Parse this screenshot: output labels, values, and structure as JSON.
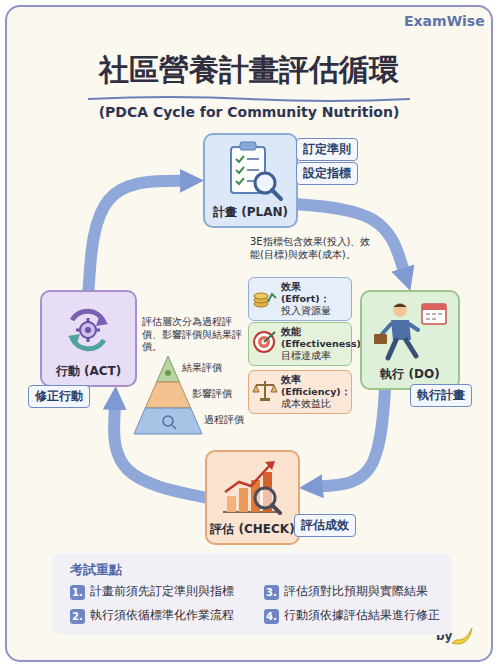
{
  "diagram": {
    "title": "社區營養計畫評估循環",
    "nodes": [
      {
        "text": [
          "計畫 (PLAN)"
        ]
      },
      {
        "text": [
          "訂定準則"
        ]
      },
      {
        "text": [
          "設定指標"
        ]
      },
      {
        "text": [
          "效果 (Effort)：",
          "投入資源量"
        ]
      },
      {
        "text": [
          "效能 (Effectiveness)：",
          "目標達成率"
        ]
      },
      {
        "text": [
          "效率 (Efficiency)：",
          "成本效益比"
        ]
      },
      {
        "text": [
          "行動 (ACT)"
        ]
      },
      {
        "text": [
          "修正行動"
        ]
      },
      {
        "text": [
          "執行 (DO)"
        ]
      },
      {
        "text": [
          "執行計畫"
        ]
      },
      {
        "text": [
          "評估 (CHECK)"
        ]
      },
      {
        "text": [
          "評估成效"
        ]
      },
      {
        "text": [
          "考試重點",
          "1.",
          "計畫前須先訂定準則與指標",
          "2.",
          "執行須依循標準化作業流程",
          "3.",
          "評估須對比預期與實際結果",
          "4.",
          "行動須依據評估結果進行修正"
        ]
      }
    ],
    "edges": [
      {
        "from": 0,
        "to": 8,
        "arrow": "to"
      },
      {
        "from": 8,
        "to": 10,
        "arrow": "to"
      },
      {
        "from": 10,
        "to": 6,
        "arrow": "to"
      },
      {
        "from": 6,
        "to": 0,
        "arrow": "to"
      }
    ],
    "labels": [
      "ExamWise",
      "(PDCA Cycle for Community Nutrition)",
      "3E指標包含效果(投入)、效能(目標)與效率(成本)。",
      "評估層次分為過程評價、影響評價與結果評價。",
      "結果評價",
      "影響評價",
      "過程評價",
      "by"
    ]
  }
}
